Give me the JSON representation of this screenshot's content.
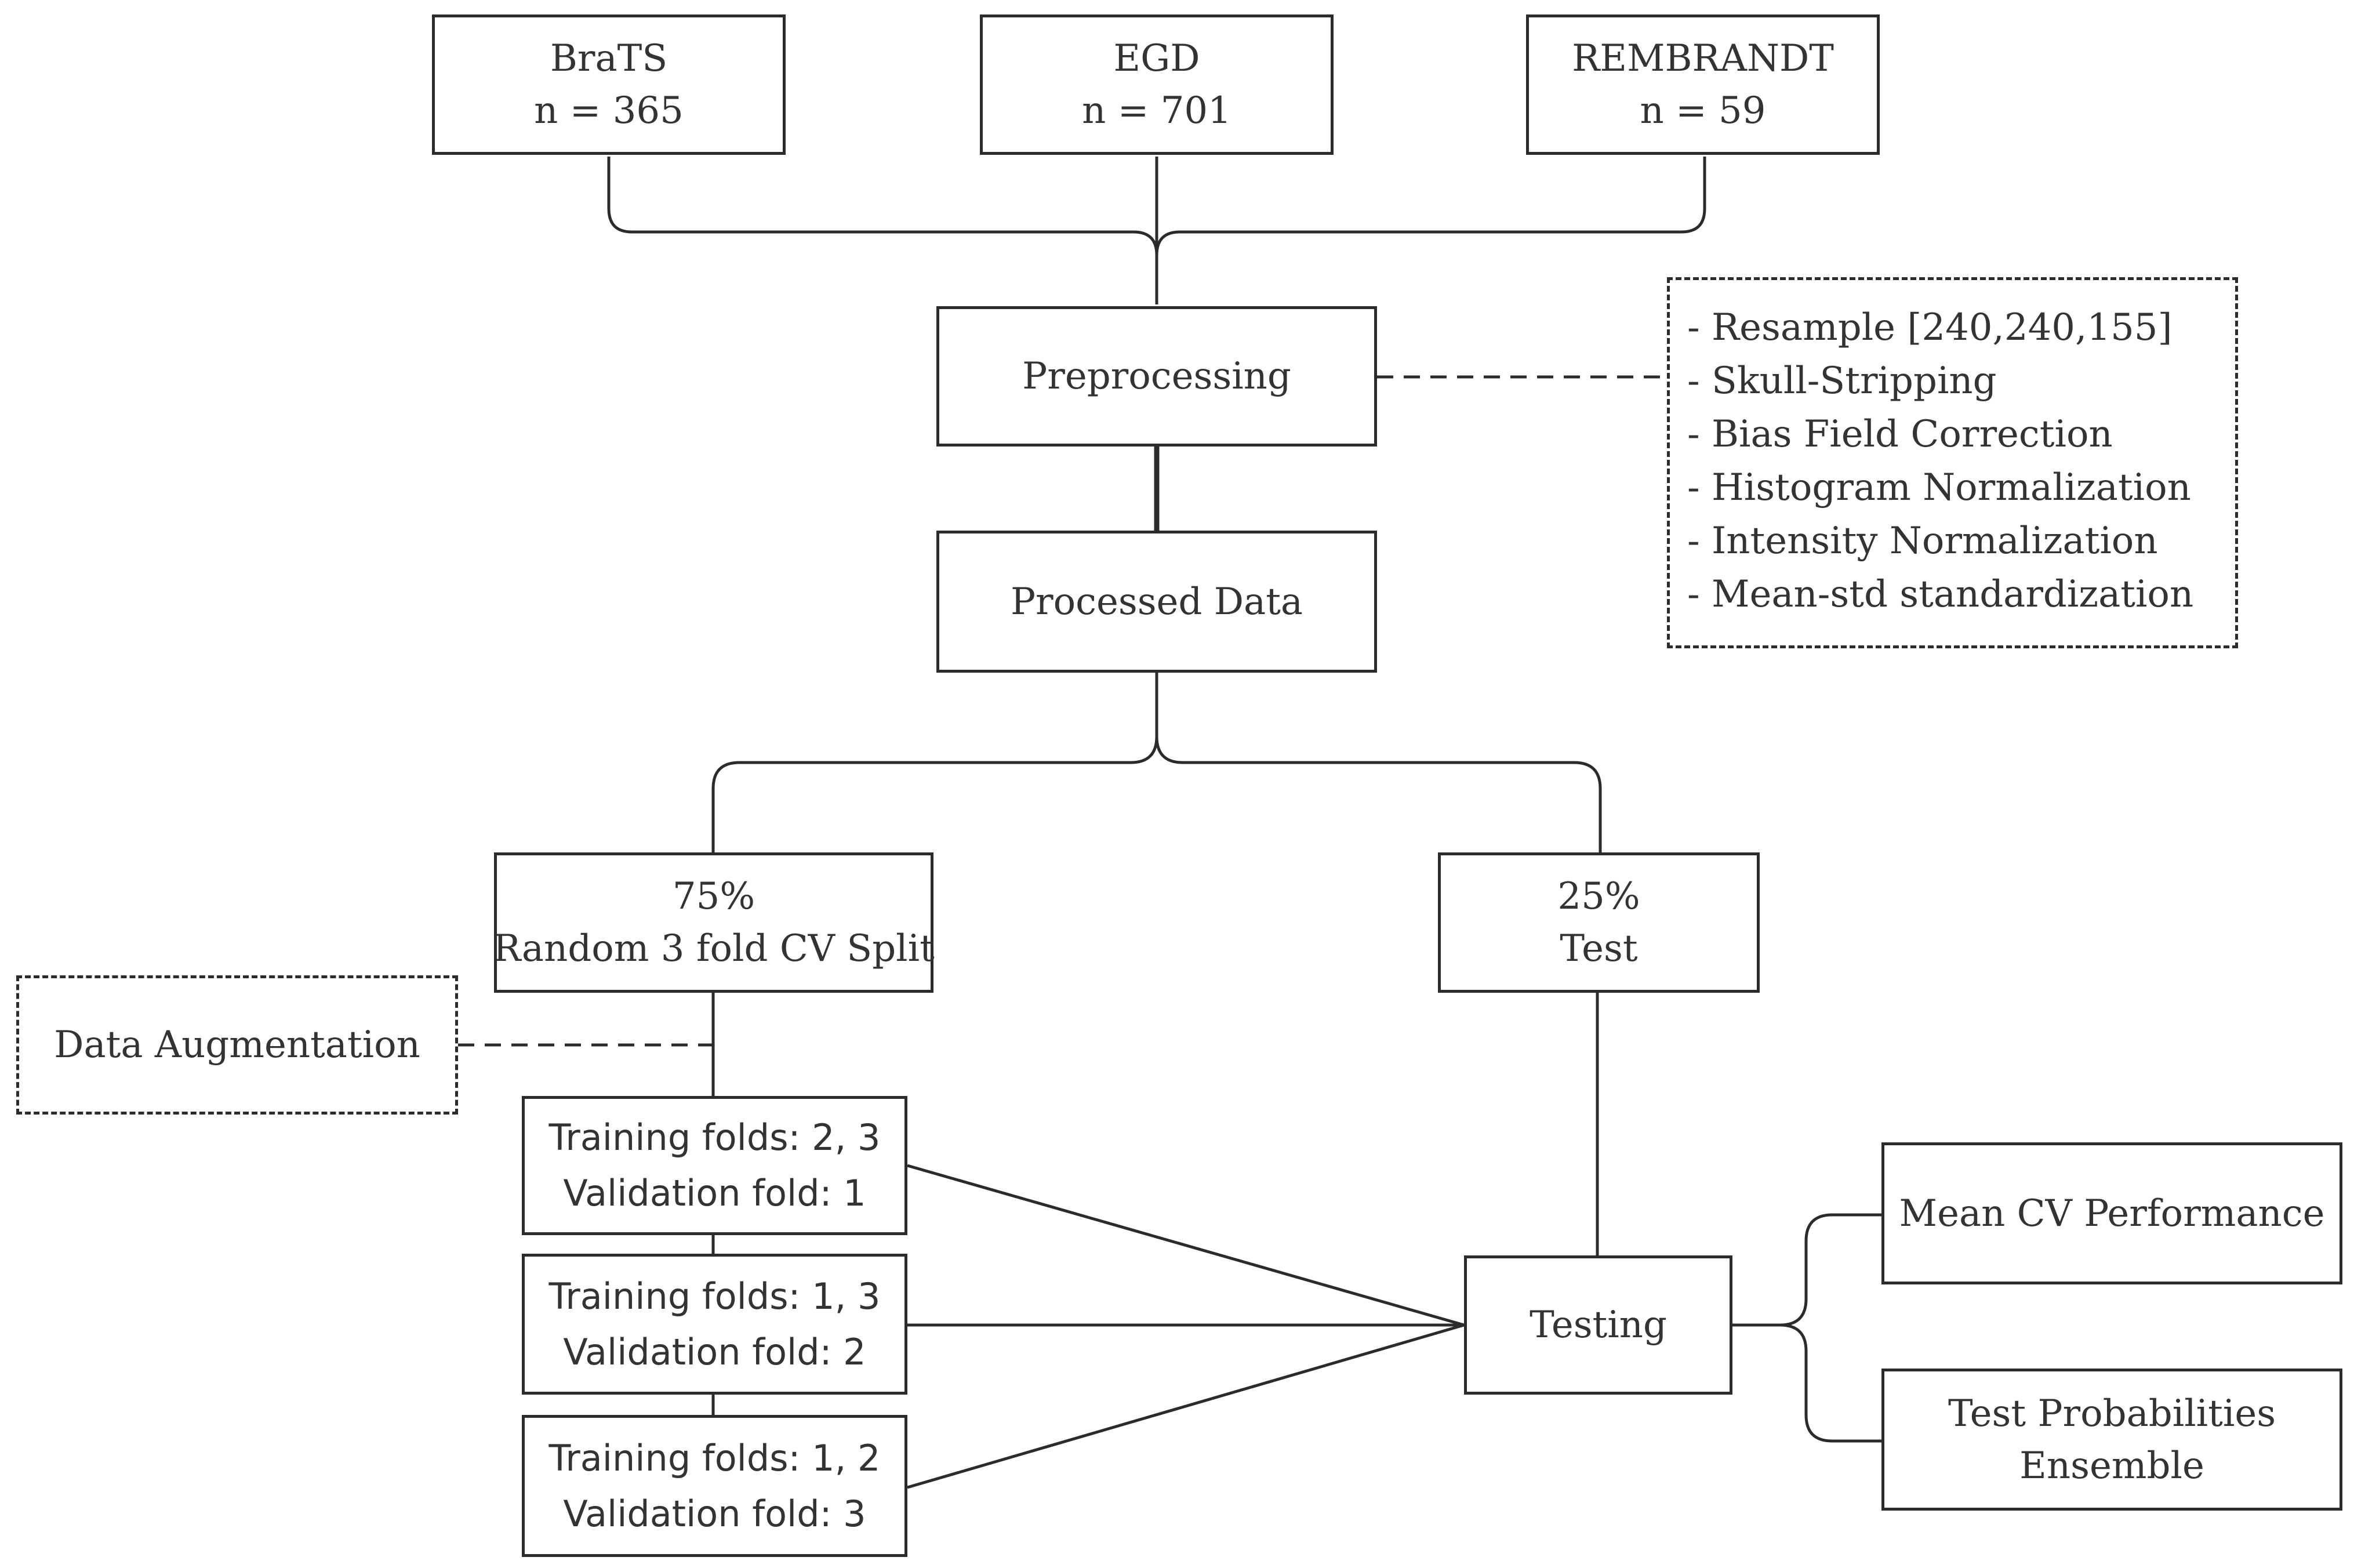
{
  "sources": {
    "brats": {
      "name": "BraTS",
      "count": "n = 365"
    },
    "egd": {
      "name": "EGD",
      "count": "n = 701"
    },
    "rembrandt": {
      "name": "REMBRANDT",
      "count": "n = 59"
    }
  },
  "preprocessing": {
    "label": "Preprocessing",
    "steps": [
      "- Resample [240,240,155]",
      "- Skull-Stripping",
      "- Bias Field Correction",
      "- Histogram Normalization",
      "- Intensity Normalization",
      "- Mean-std standardization"
    ]
  },
  "processed_data": {
    "label": "Processed Data"
  },
  "split": {
    "train": {
      "percent": "75%",
      "label": "Random 3 fold CV Split"
    },
    "test": {
      "percent": "25%",
      "label": "Test"
    }
  },
  "augmentation": {
    "label": "Data Augmentation"
  },
  "folds": [
    {
      "training": "Training folds: 2, 3",
      "validation": "Validation fold: 1"
    },
    {
      "training": "Training folds: 1, 3",
      "validation": "Validation fold: 2"
    },
    {
      "training": "Training folds: 1, 2",
      "validation": "Validation fold: 3"
    }
  ],
  "testing": {
    "label": "Testing"
  },
  "outputs": {
    "mean_cv": "Mean CV Performance",
    "ensemble_line1": "Test Probabilities",
    "ensemble_line2": "Ensemble"
  },
  "colors": {
    "stroke": "#2b2b2b",
    "text": "#333333",
    "background": "#ffffff"
  }
}
